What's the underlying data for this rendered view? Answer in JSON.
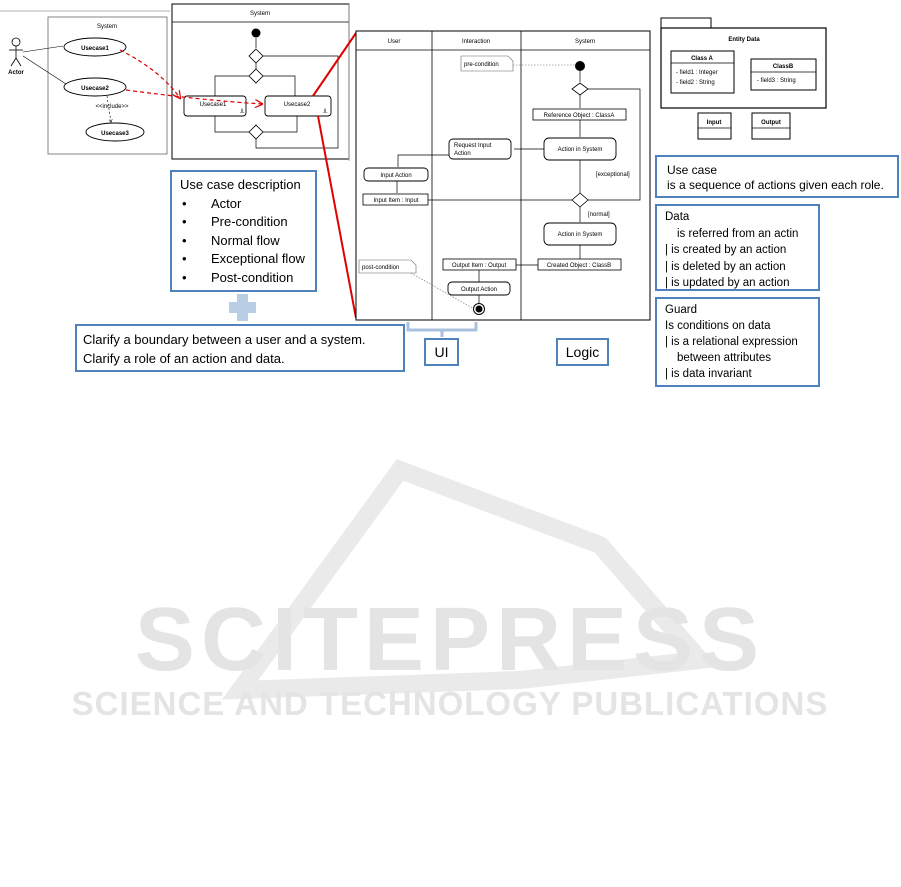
{
  "usecase_diagram": {
    "system_label": "System",
    "actor_label": "Actor",
    "usecases": [
      "Usecase1",
      "Usecase2",
      "Usecase3"
    ],
    "include_label": "<<include>>"
  },
  "activity_overview": {
    "title": "System",
    "actions": [
      "Usecase1",
      "Usecase2"
    ]
  },
  "swimlane": {
    "lanes": [
      "User",
      "Interaction",
      "System"
    ],
    "pre_condition": "pre-condition",
    "post_condition": "post-condition",
    "reference_object": "Reference Object : ClassA",
    "action_in_system_1": "Action in System",
    "action_in_system_2": "Action in System",
    "request_input_line1": "Request Input",
    "request_input_line2": "Action",
    "input_action": "Input Action",
    "input_item": "Input Item : Input",
    "exceptional": "[exceptional]",
    "normal": "[normal]",
    "output_item": "Output Item : Output",
    "created_object": "Created Object : ClassB",
    "output_action": "Output Action"
  },
  "entity": {
    "title": "Entity Data",
    "class_a": {
      "name": "Class A",
      "fields": [
        "- field1 : Integer",
        "- field2 : String"
      ]
    },
    "class_b": {
      "name": "ClassB",
      "fields": [
        "- field3 : String"
      ]
    },
    "input_label": "Input",
    "output_label": "Output"
  },
  "usecase_desc": {
    "title": "Use case description",
    "items": [
      "Actor",
      "Pre-condition",
      "Normal flow",
      "Exceptional flow",
      "Post-condition"
    ]
  },
  "clarify": {
    "line1": "Clarify a boundary between a user and a system.",
    "line2": "Clarify a role of an action and data."
  },
  "ui_label": "UI",
  "logic_label": "Logic",
  "usecase_note": {
    "line1": "Use case",
    "line2": "is  a sequence of  actions given each role."
  },
  "data_note": {
    "title": "Data",
    "lines": [
      "is referred from an actin",
      "| is created by an action",
      "| is deleted by an action",
      "| is updated by an action"
    ]
  },
  "guard_note": {
    "title": "Guard",
    "lines": [
      "Is conditions on data",
      "| is a relational expression",
      "between attributes",
      "| is data invariant"
    ]
  },
  "watermark": {
    "line1": "SCITEPRESS",
    "line2": "SCIENCE AND TECHNOLOGY PUBLICATIONS"
  },
  "colors": {
    "accent_blue": "#4f81bd",
    "red": "#e00000",
    "watermark": "#e6e6e6"
  }
}
